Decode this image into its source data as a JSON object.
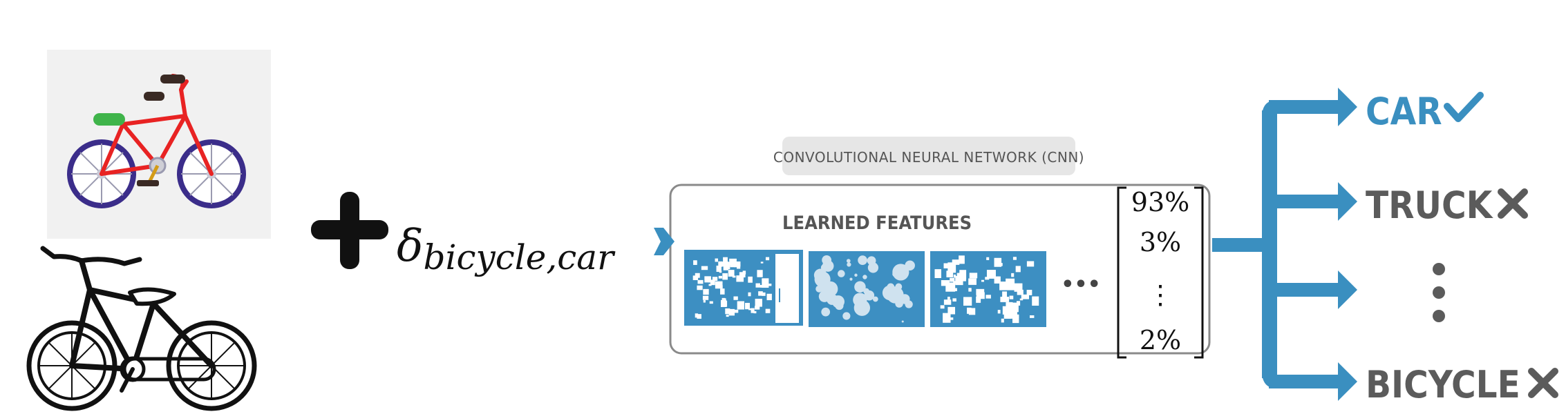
{
  "equation": {
    "operator": "+",
    "perturbation": "δbicycle,car"
  },
  "cnn": {
    "title": "CONVOLUTIONAL NEURAL NETWORK (CNN)",
    "features_label": "LEARNED FEATURES",
    "ellipsis": "•••"
  },
  "probabilities": [
    "93%",
    "3%",
    "⋮",
    "2%"
  ],
  "outputs": [
    {
      "label": "CAR",
      "mark": "✓",
      "color": "#3a8fc0",
      "mark_icon": "check-icon"
    },
    {
      "label": "TRUCK",
      "mark": "✕",
      "color": "#5b5b5b",
      "mark_icon": "cross-icon"
    },
    {
      "label": "",
      "mark": "⋮",
      "color": "#5b5b5b",
      "mark_icon": "vertical-ellipsis-icon"
    },
    {
      "label": "BICYCLE",
      "mark": "✕",
      "color": "#5b5b5b",
      "mark_icon": "cross-icon"
    }
  ],
  "colors": {
    "accent": "#3a8fc0",
    "feature_bg": "#3d8fc2",
    "box_border": "#8a8a8a",
    "cnn_label_bg": "#e6e6e6"
  }
}
